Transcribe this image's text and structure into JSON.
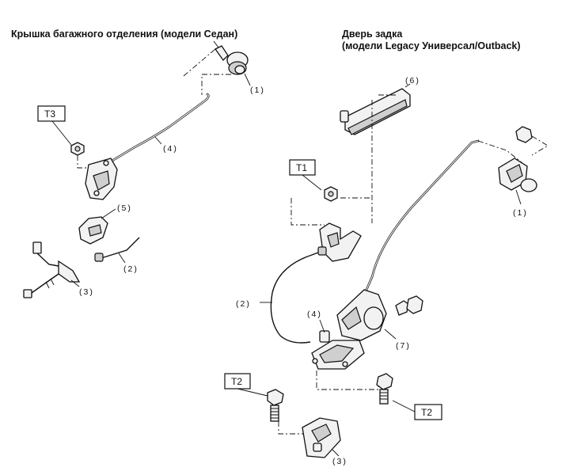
{
  "titles": {
    "left": "Крышка багажного отделения (модели Седан)",
    "right_line1": "Дверь задка",
    "right_line2": "(модели Legacy Универсал/Outback)"
  },
  "left_labels": {
    "p1": "(1)",
    "p2": "(2)",
    "p3": "(3)",
    "p4": "(4)",
    "p5": "(5)",
    "t3": "T3"
  },
  "right_labels": {
    "p1": "(1)",
    "p2": "(2)",
    "p3": "(3)",
    "p4": "(4)",
    "p6": "(6)",
    "p7": "(7)",
    "t1": "T1",
    "t2a": "T2",
    "t2b": "T2"
  }
}
